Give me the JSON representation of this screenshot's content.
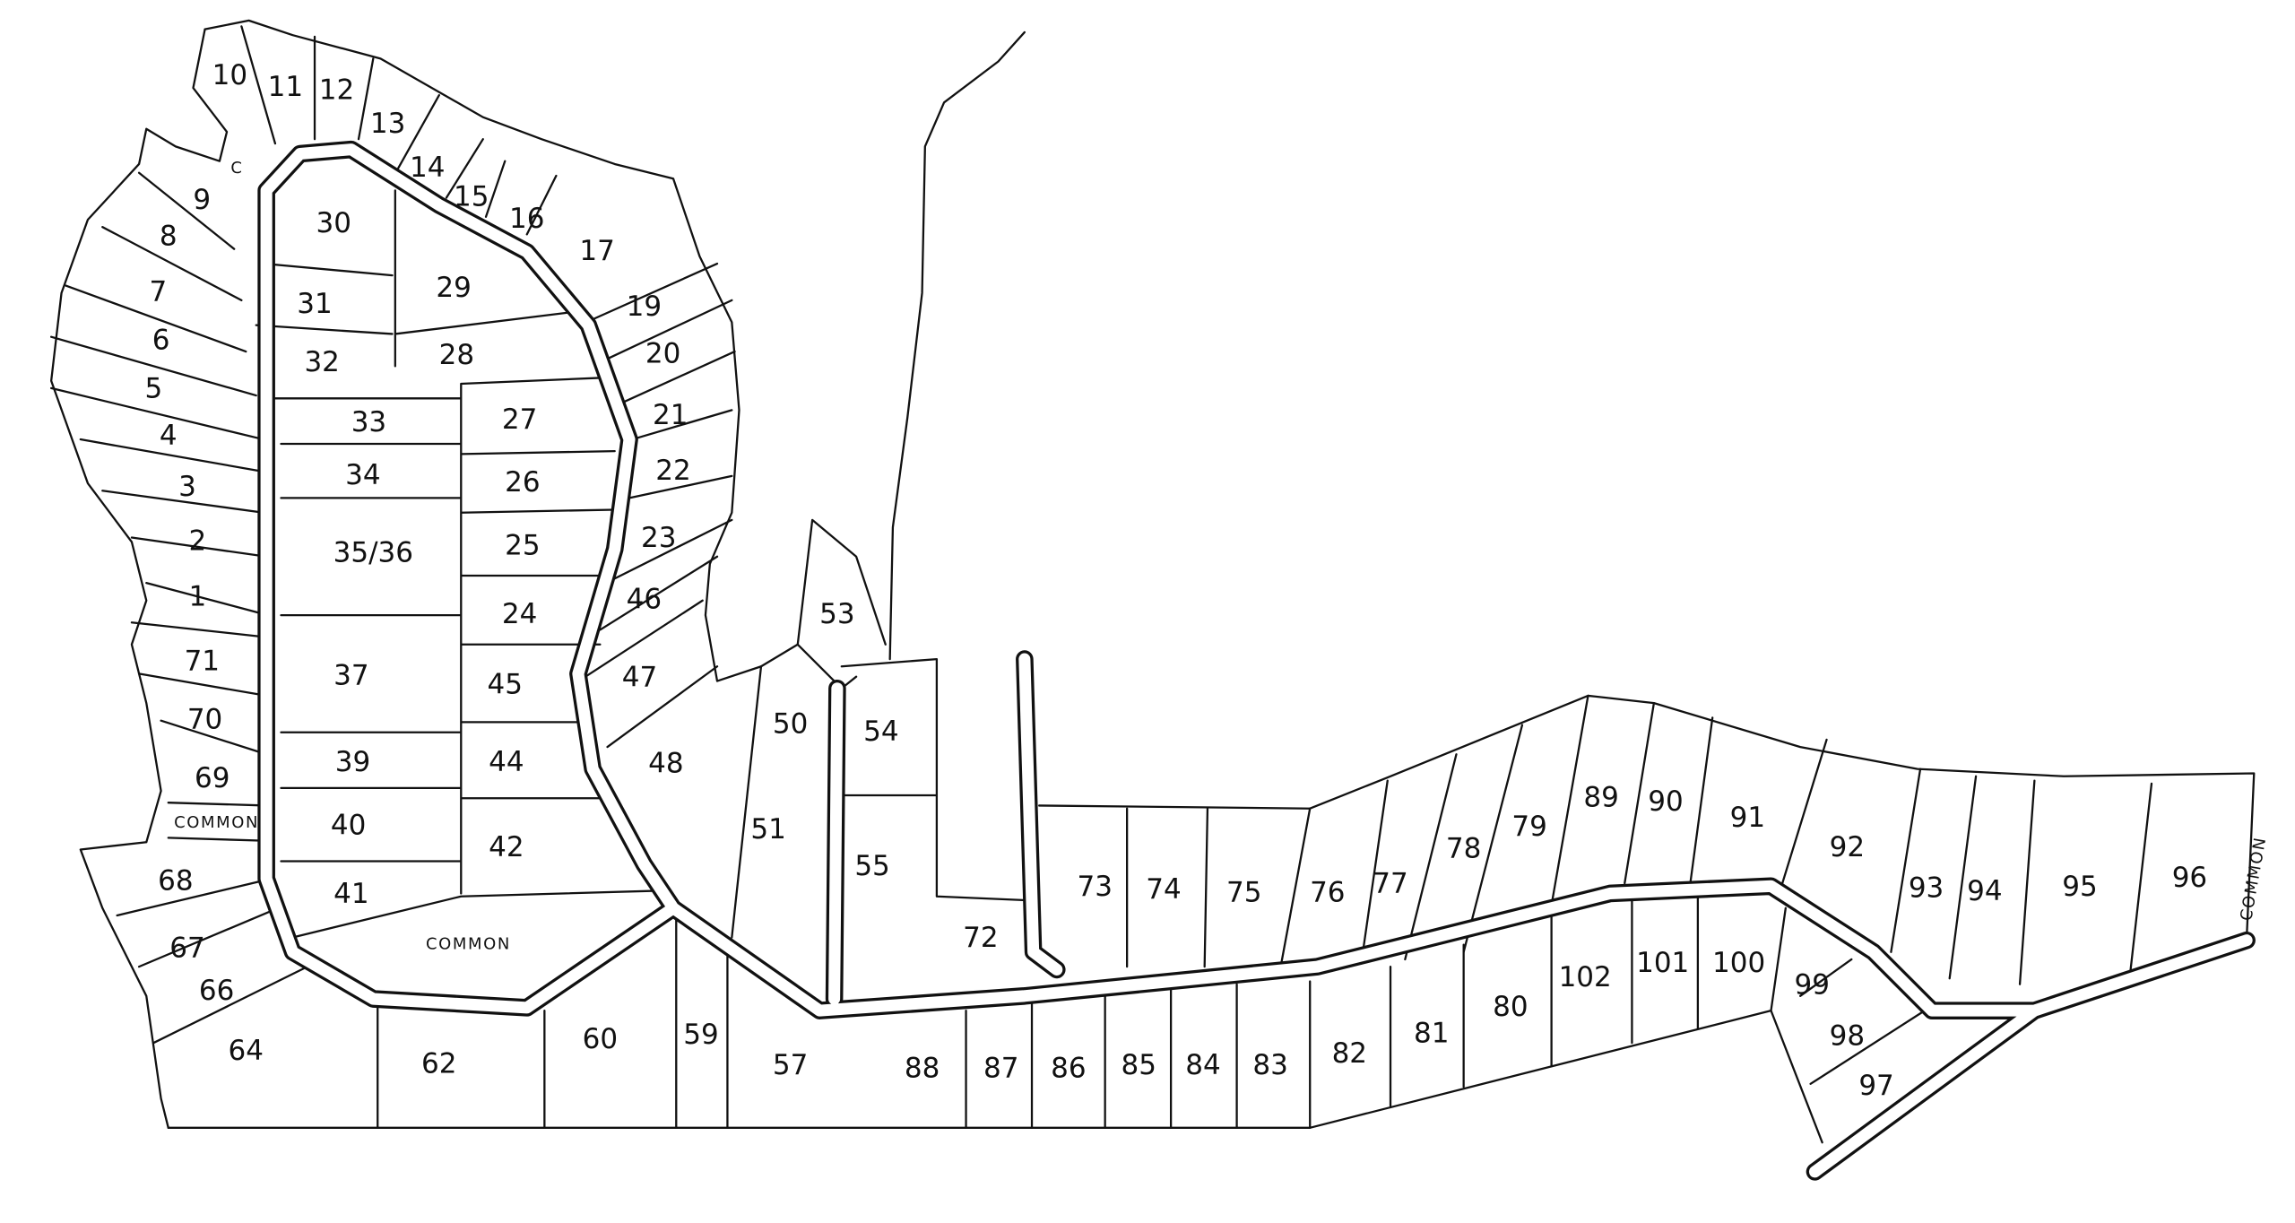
{
  "title": "Subdivision lot plat",
  "lots": [
    "10",
    "11",
    "12",
    "13",
    "14",
    "15",
    "16",
    "17",
    "9",
    "C",
    "8",
    "7",
    "6",
    "5",
    "4",
    "3",
    "2",
    "1",
    "71",
    "70",
    "69",
    "COMMON",
    "68",
    "67",
    "66",
    "64",
    "62",
    "60",
    "59",
    "57",
    "88",
    "87",
    "86",
    "85",
    "84",
    "83",
    "82",
    "81",
    "80",
    "102",
    "101",
    "100",
    "99",
    "98",
    "97",
    "30",
    "31",
    "32",
    "29",
    "28",
    "33",
    "34",
    "35/36",
    "37",
    "39",
    "40",
    "41",
    "27",
    "26",
    "25",
    "24",
    "45",
    "44",
    "42",
    "COMMON",
    "23",
    "22",
    "21",
    "20",
    "19",
    "46",
    "47",
    "48",
    "50",
    "51",
    "53",
    "54",
    "55",
    "72",
    "73",
    "74",
    "75",
    "76",
    "77",
    "78",
    "79",
    "89",
    "90",
    "91",
    "92",
    "93",
    "94",
    "95",
    "96",
    "COMMON"
  ]
}
